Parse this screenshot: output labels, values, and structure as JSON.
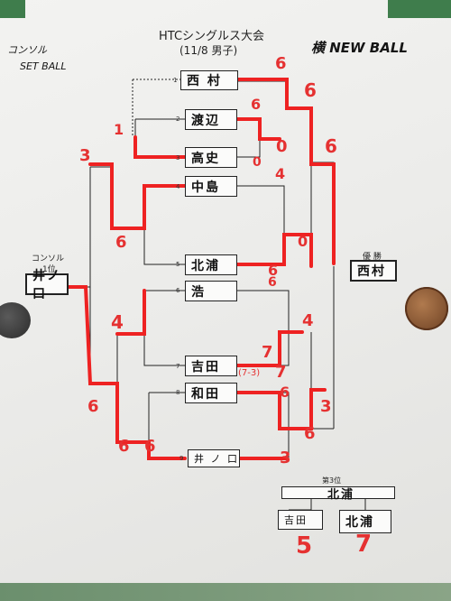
{
  "header": {
    "title": "HTCシングルス大会",
    "subtitle": "(11/8 男子)",
    "left_note_line1": "コンソル",
    "left_note_line2": "SET BALL",
    "right_note": "横 NEW BALL"
  },
  "players": [
    {
      "seed": "1",
      "name": "西 村"
    },
    {
      "seed": "2",
      "name": "渡辺"
    },
    {
      "seed": "3",
      "name": "高史"
    },
    {
      "seed": "4",
      "name": "中島"
    },
    {
      "seed": "5",
      "name": "北浦"
    },
    {
      "seed": "6",
      "name": "浩"
    },
    {
      "seed": "7",
      "name": "吉田"
    },
    {
      "seed": "8",
      "name": "和田"
    },
    {
      "seed": "9",
      "name": "井 ノ 口"
    }
  ],
  "scores": {
    "s_nishimura_r1": "6",
    "s_nishimura_sf": "6",
    "s_watanabe": "6",
    "s_watanabe_r2": "0",
    "s_takashi": "0",
    "s_left_r2_top": "1",
    "s_left_r3": "3",
    "s_left_nakajima_pair": "6",
    "s_nakajima": "4",
    "s_kitaura": "0",
    "s_kitaura_lower": "6",
    "s_final_top": "6",
    "s_hiroshi": "6",
    "s_yoshida_4": "4",
    "s_yoshida_7": "7",
    "s_tiebreak": "(7-3)",
    "s_yoshida_7b": "7",
    "s_wada": "6",
    "s_wada_3": "3",
    "s_wada_6": "6",
    "s_inoguchi": "3",
    "s_left_4": "4",
    "s_left_6a": "6",
    "s_left_6b": "6",
    "s_left_6c": "6"
  },
  "consolation": {
    "label": "コンソル",
    "rank": "1位",
    "winner": "井ノ口"
  },
  "champion": {
    "label": "優 勝",
    "name": "西村"
  },
  "third_place": {
    "label": "第3位",
    "winner": "北浦",
    "left_name": "吉田",
    "right_name": "北浦",
    "left_score": "5",
    "right_score": "7"
  }
}
